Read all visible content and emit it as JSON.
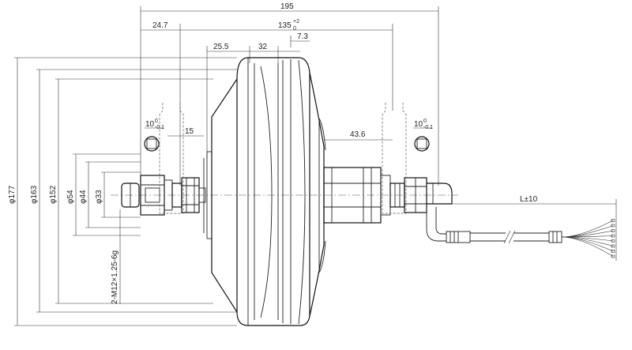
{
  "drawing": {
    "dims": {
      "total_width": "195",
      "flange_offset": "24.7",
      "axle_span": "135",
      "axle_span_tol_upper": "+2",
      "axle_span_tol_lower": "0",
      "offset_7_3": "7.3",
      "offset_25_5": "25.5",
      "offset_32": "32",
      "offset_15": "15",
      "shaft_43_6": "43.6",
      "slot_left": "10",
      "slot_left_tol": "0",
      "slot_left_tol2": "-0.1",
      "slot_right": "10",
      "slot_right_tol": "0",
      "slot_right_tol2": "-0.1",
      "cable_length": "L±10"
    },
    "diameters": {
      "d177": "φ177",
      "d163": "φ163",
      "d152": "φ152",
      "d54": "φ54",
      "d44": "φ44",
      "d33": "φ33"
    },
    "thread": "2-M12×1.25-6g",
    "cable_wire_count": 8
  }
}
